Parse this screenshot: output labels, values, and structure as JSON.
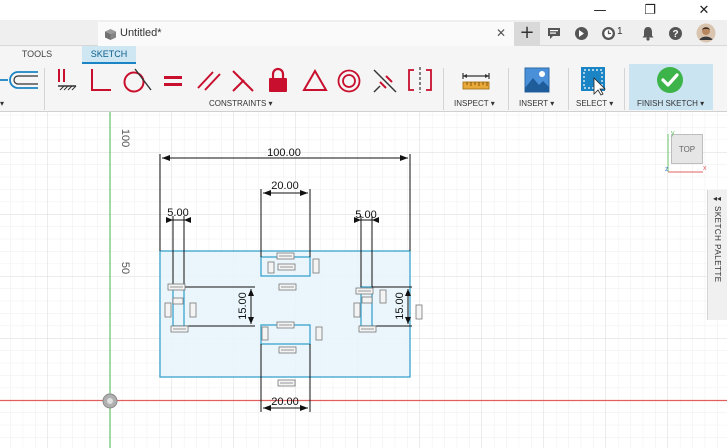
{
  "window": {
    "minimize_glyph": "—",
    "restore_glyph": "❐",
    "close_glyph": "✕"
  },
  "tabbar": {
    "document_title": "Untitled*",
    "close_glyph": "✕",
    "add_glyph": "+",
    "jobs_count": "1",
    "icons": [
      "new-tab-icon",
      "chat-icon",
      "extensions-icon",
      "job-status-icon",
      "notifications-icon",
      "help-icon",
      "user-avatar"
    ]
  },
  "ribbon": {
    "tabs": [
      "TOOLS",
      "SKETCH"
    ],
    "active_tab": "SKETCH",
    "groups": {
      "constraints": "CONSTRAINTS ▾",
      "inspect": "INSPECT ▾",
      "insert": "INSERT ▾",
      "select": "SELECT ▾",
      "finish": "FINISH SKETCH ▾"
    },
    "constraint_icons": [
      "coincident-icon",
      "collinear-icon",
      "tangent-icon",
      "equal-icon",
      "parallel-icon",
      "perpendicular-icon",
      "fix-icon",
      "midpoint-icon",
      "concentric-icon",
      "horizontal-icon",
      "symmetry-icon"
    ],
    "colors": {
      "accent": "#1b84c4",
      "active_tab_bg": "#cfe6f3",
      "finish_bg": "#cbe4f2",
      "constraint_red": "#c8102e",
      "finish_green": "#3cb44a"
    }
  },
  "canvas": {
    "axis_labels": {
      "y100": "100",
      "y50": "50"
    },
    "dimensions": {
      "overall_width": "100.00",
      "top_center": "20.00",
      "bottom_center": "20.00",
      "left_small": "5.00",
      "right_small": "5.00",
      "left_height": "15.00",
      "right_height": "15.00"
    },
    "viewcube_label": "TOP",
    "palette_label": "SKETCH PALETTE",
    "palette_arrow": "◂◂",
    "colors": {
      "sketch_line": "#3aa3cc",
      "profile_fill": "#e6f4fb",
      "dimension": "#111111",
      "grid": "#e2e2e2",
      "y_axis": "#66c166",
      "x_axis": "#e06060"
    }
  }
}
